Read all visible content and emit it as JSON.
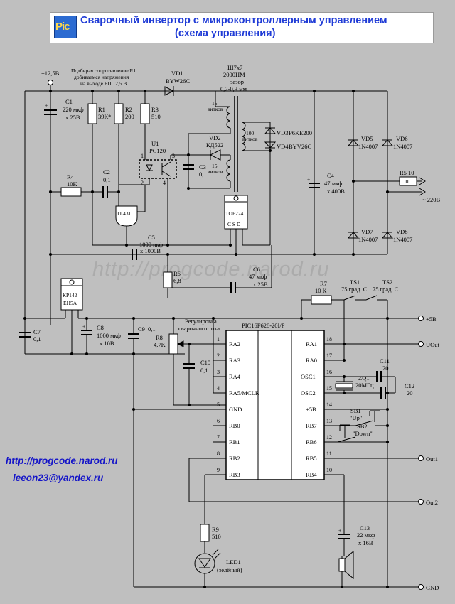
{
  "header": {
    "logo_text": "Pic",
    "title_line1": "Сварочный инвертор с микроконтроллерным управлением",
    "title_line2": "(схема управления)"
  },
  "watermark": "http://progcode.narod.ru",
  "contacts": {
    "site": "http://progcode.narod.ru",
    "email": "leeon23@yandex.ru"
  },
  "power": {
    "v125": "+12,5В",
    "note": [
      "Подбирая сопротивление R1",
      "добиваемся напряжения",
      "на выходе БП 12,5 В."
    ]
  },
  "components": {
    "C1": [
      "C1",
      "220 мкф",
      "x 25В"
    ],
    "R1": [
      "R1",
      "39К*"
    ],
    "R2": [
      "R2",
      "200"
    ],
    "R3": [
      "R3",
      "510"
    ],
    "VD1": [
      "VD1",
      "BYW26C"
    ],
    "T1": [
      "Ш7х7",
      "2000НМ",
      "зазор",
      "0,2-0,3 мм"
    ],
    "w15a": [
      "15",
      "витков"
    ],
    "w100": [
      "100",
      "витков"
    ],
    "w15b": [
      "15",
      "витков"
    ],
    "VD2": [
      "VD2",
      "КД522"
    ],
    "VD3": "VD3",
    "VD3v": "P6KE200",
    "VD4": "VD4",
    "VD4v": "BYV26C",
    "U1": [
      "U1",
      "PC120"
    ],
    "C2": [
      "C2",
      "0,1"
    ],
    "R4": [
      "R4",
      "10K"
    ],
    "C3": [
      "C3",
      "0,1"
    ],
    "TL": "TL431",
    "TOP": "TOP224",
    "CSD": "C   S   D",
    "C5": [
      "C5",
      "1000 пкф",
      "x 1000В"
    ],
    "C4": [
      "C4",
      "47 мкф",
      "x 400В"
    ],
    "VD5": [
      "VD5",
      "1N4007"
    ],
    "VD6": [
      "VD6",
      "1N4007"
    ],
    "VD7": [
      "VD7",
      "1N4007"
    ],
    "VD8": [
      "VD8",
      "1N4007"
    ],
    "R5": "R5  10",
    "R5w": "II",
    "AC": "~ 220В",
    "R6": [
      "R6",
      "6,8"
    ],
    "C6": [
      "C6",
      "47 мкф",
      "x 25В"
    ],
    "KR": [
      "КР142",
      "ЕН5А"
    ],
    "C7": [
      "C7",
      "0,1"
    ],
    "C8": [
      "C8",
      "1000 мкф",
      "x 10В"
    ],
    "C9": [
      "C9",
      "0,1"
    ],
    "R8": [
      "R8",
      "4,7K"
    ],
    "reg": [
      "Регулировка",
      "сварочного тока"
    ],
    "C10": [
      "C10",
      "0,1"
    ],
    "R7": [
      "R7",
      "10 К"
    ],
    "TS1": [
      "TS1",
      "75 град. С"
    ],
    "TS2": [
      "TS2",
      "75 град. С"
    ],
    "C11": [
      "C11",
      "20"
    ],
    "ZQ1": [
      "ZQ1",
      "20МГц"
    ],
    "C12": [
      "C12",
      "20"
    ],
    "SB1": [
      "SB1",
      "\"Up\""
    ],
    "SB2": [
      "SB2",
      "\"Down\""
    ],
    "R9": [
      "R9",
      "510"
    ],
    "LED": [
      "LED1",
      "(зелёный)"
    ],
    "C13": [
      "C13",
      "22 мкф",
      "x 16В"
    ],
    "mcu": "PIC16F628-20I/P"
  },
  "mcu_pins": {
    "left": [
      {
        "num": "1",
        "name": "RA2"
      },
      {
        "num": "2",
        "name": "RA3"
      },
      {
        "num": "3",
        "name": "RA4"
      },
      {
        "num": "4",
        "name": "RA5/MCLR"
      },
      {
        "num": "5",
        "name": "GND"
      },
      {
        "num": "6",
        "name": "RB0"
      },
      {
        "num": "7",
        "name": "RB1"
      },
      {
        "num": "8",
        "name": "RB2"
      },
      {
        "num": "9",
        "name": "RB3"
      }
    ],
    "right": [
      {
        "num": "18",
        "name": "RA1"
      },
      {
        "num": "17",
        "name": "RA0"
      },
      {
        "num": "16",
        "name": "OSC1"
      },
      {
        "num": "15",
        "name": "OSC2"
      },
      {
        "num": "14",
        "name": "+5B"
      },
      {
        "num": "13",
        "name": "RB7"
      },
      {
        "num": "12",
        "name": "RB6"
      },
      {
        "num": "11",
        "name": "RB5"
      },
      {
        "num": "10",
        "name": "RB4"
      }
    ]
  },
  "terminals": {
    "p5": "+5B",
    "uout": "UOut",
    "out1": "Out1",
    "out2": "Out2",
    "gnd": "GND"
  }
}
